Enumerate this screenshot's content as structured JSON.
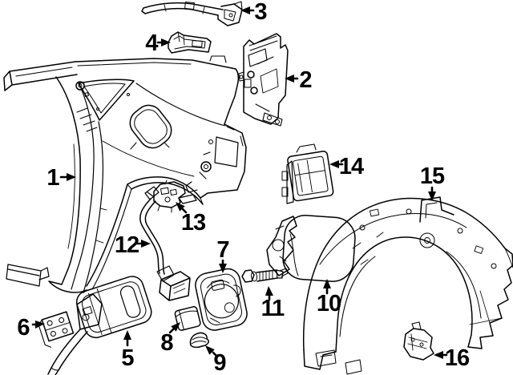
{
  "diagram": {
    "type": "exploded-parts-diagram",
    "background_color": "#ffffff",
    "line_color": "#000000",
    "label_color": "#000000",
    "callouts": [
      {
        "label": "1"
      },
      {
        "label": "2"
      },
      {
        "label": "3"
      },
      {
        "label": "4"
      },
      {
        "label": "5"
      },
      {
        "label": "6"
      },
      {
        "label": "7"
      },
      {
        "label": "8"
      },
      {
        "label": "9"
      },
      {
        "label": "10"
      },
      {
        "label": "11"
      },
      {
        "label": "12"
      },
      {
        "label": "13"
      },
      {
        "label": "14"
      },
      {
        "label": "15"
      },
      {
        "label": "16"
      }
    ]
  }
}
